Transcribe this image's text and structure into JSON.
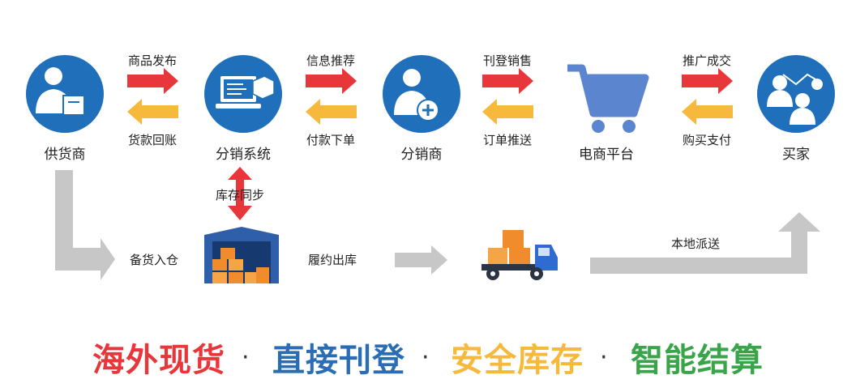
{
  "nodes": {
    "supplier": "供货商",
    "distribution_system": "分销系统",
    "distributor": "分销商",
    "ecommerce_platform": "电商平台",
    "buyer": "买家"
  },
  "edges": {
    "product_release": "商品发布",
    "payment_return": "货款回账",
    "info_push": "信息推荐",
    "pay_order": "付款下单",
    "listing_sale": "刊登销售",
    "order_push": "订单推送",
    "promote_deal": "推广成交",
    "buy_pay": "购买支付",
    "inventory_sync": "库存同步"
  },
  "flow": {
    "stock_in": "备货入仓",
    "fulfill_out": "履约出库",
    "local_delivery": "本地派送"
  },
  "slogans": {
    "s1": "海外现货",
    "s2": "直接刊登",
    "s3": "安全库存",
    "s4": "智能结算",
    "sep": "·"
  },
  "colors": {
    "node_blue": "#1f6fba",
    "arrow_red": "#e8373a",
    "arrow_yellow": "#f6b93b",
    "arrow_gray": "#c7c7c7",
    "slogan1": "#e8373a",
    "slogan2": "#2a6db5",
    "slogan3": "#f6b93b",
    "slogan4": "#3aa44a"
  }
}
